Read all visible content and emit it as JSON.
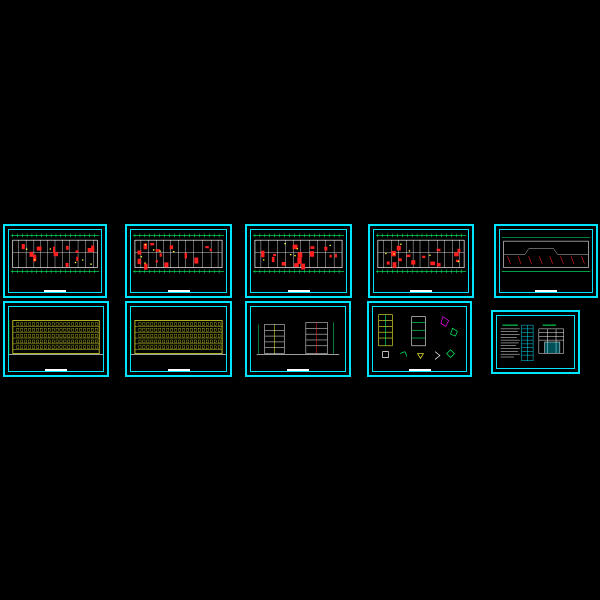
{
  "drawing_set": {
    "background": "#000000",
    "frame_color": "#00e5ff",
    "sheets": [
      {
        "kind": "floor-plan"
      },
      {
        "kind": "floor-plan"
      },
      {
        "kind": "floor-plan"
      },
      {
        "kind": "floor-plan"
      },
      {
        "kind": "roof-plan"
      },
      {
        "kind": "elevation"
      },
      {
        "kind": "elevation"
      },
      {
        "kind": "section"
      },
      {
        "kind": "details"
      },
      {
        "kind": "notes-table"
      }
    ],
    "colors": {
      "wall": "#ffffff",
      "dimension": "#00ff66",
      "fill": "#ff2020",
      "elevation": "#ffff33",
      "detail": "#ff00ff",
      "section": "#00e5ff"
    }
  }
}
